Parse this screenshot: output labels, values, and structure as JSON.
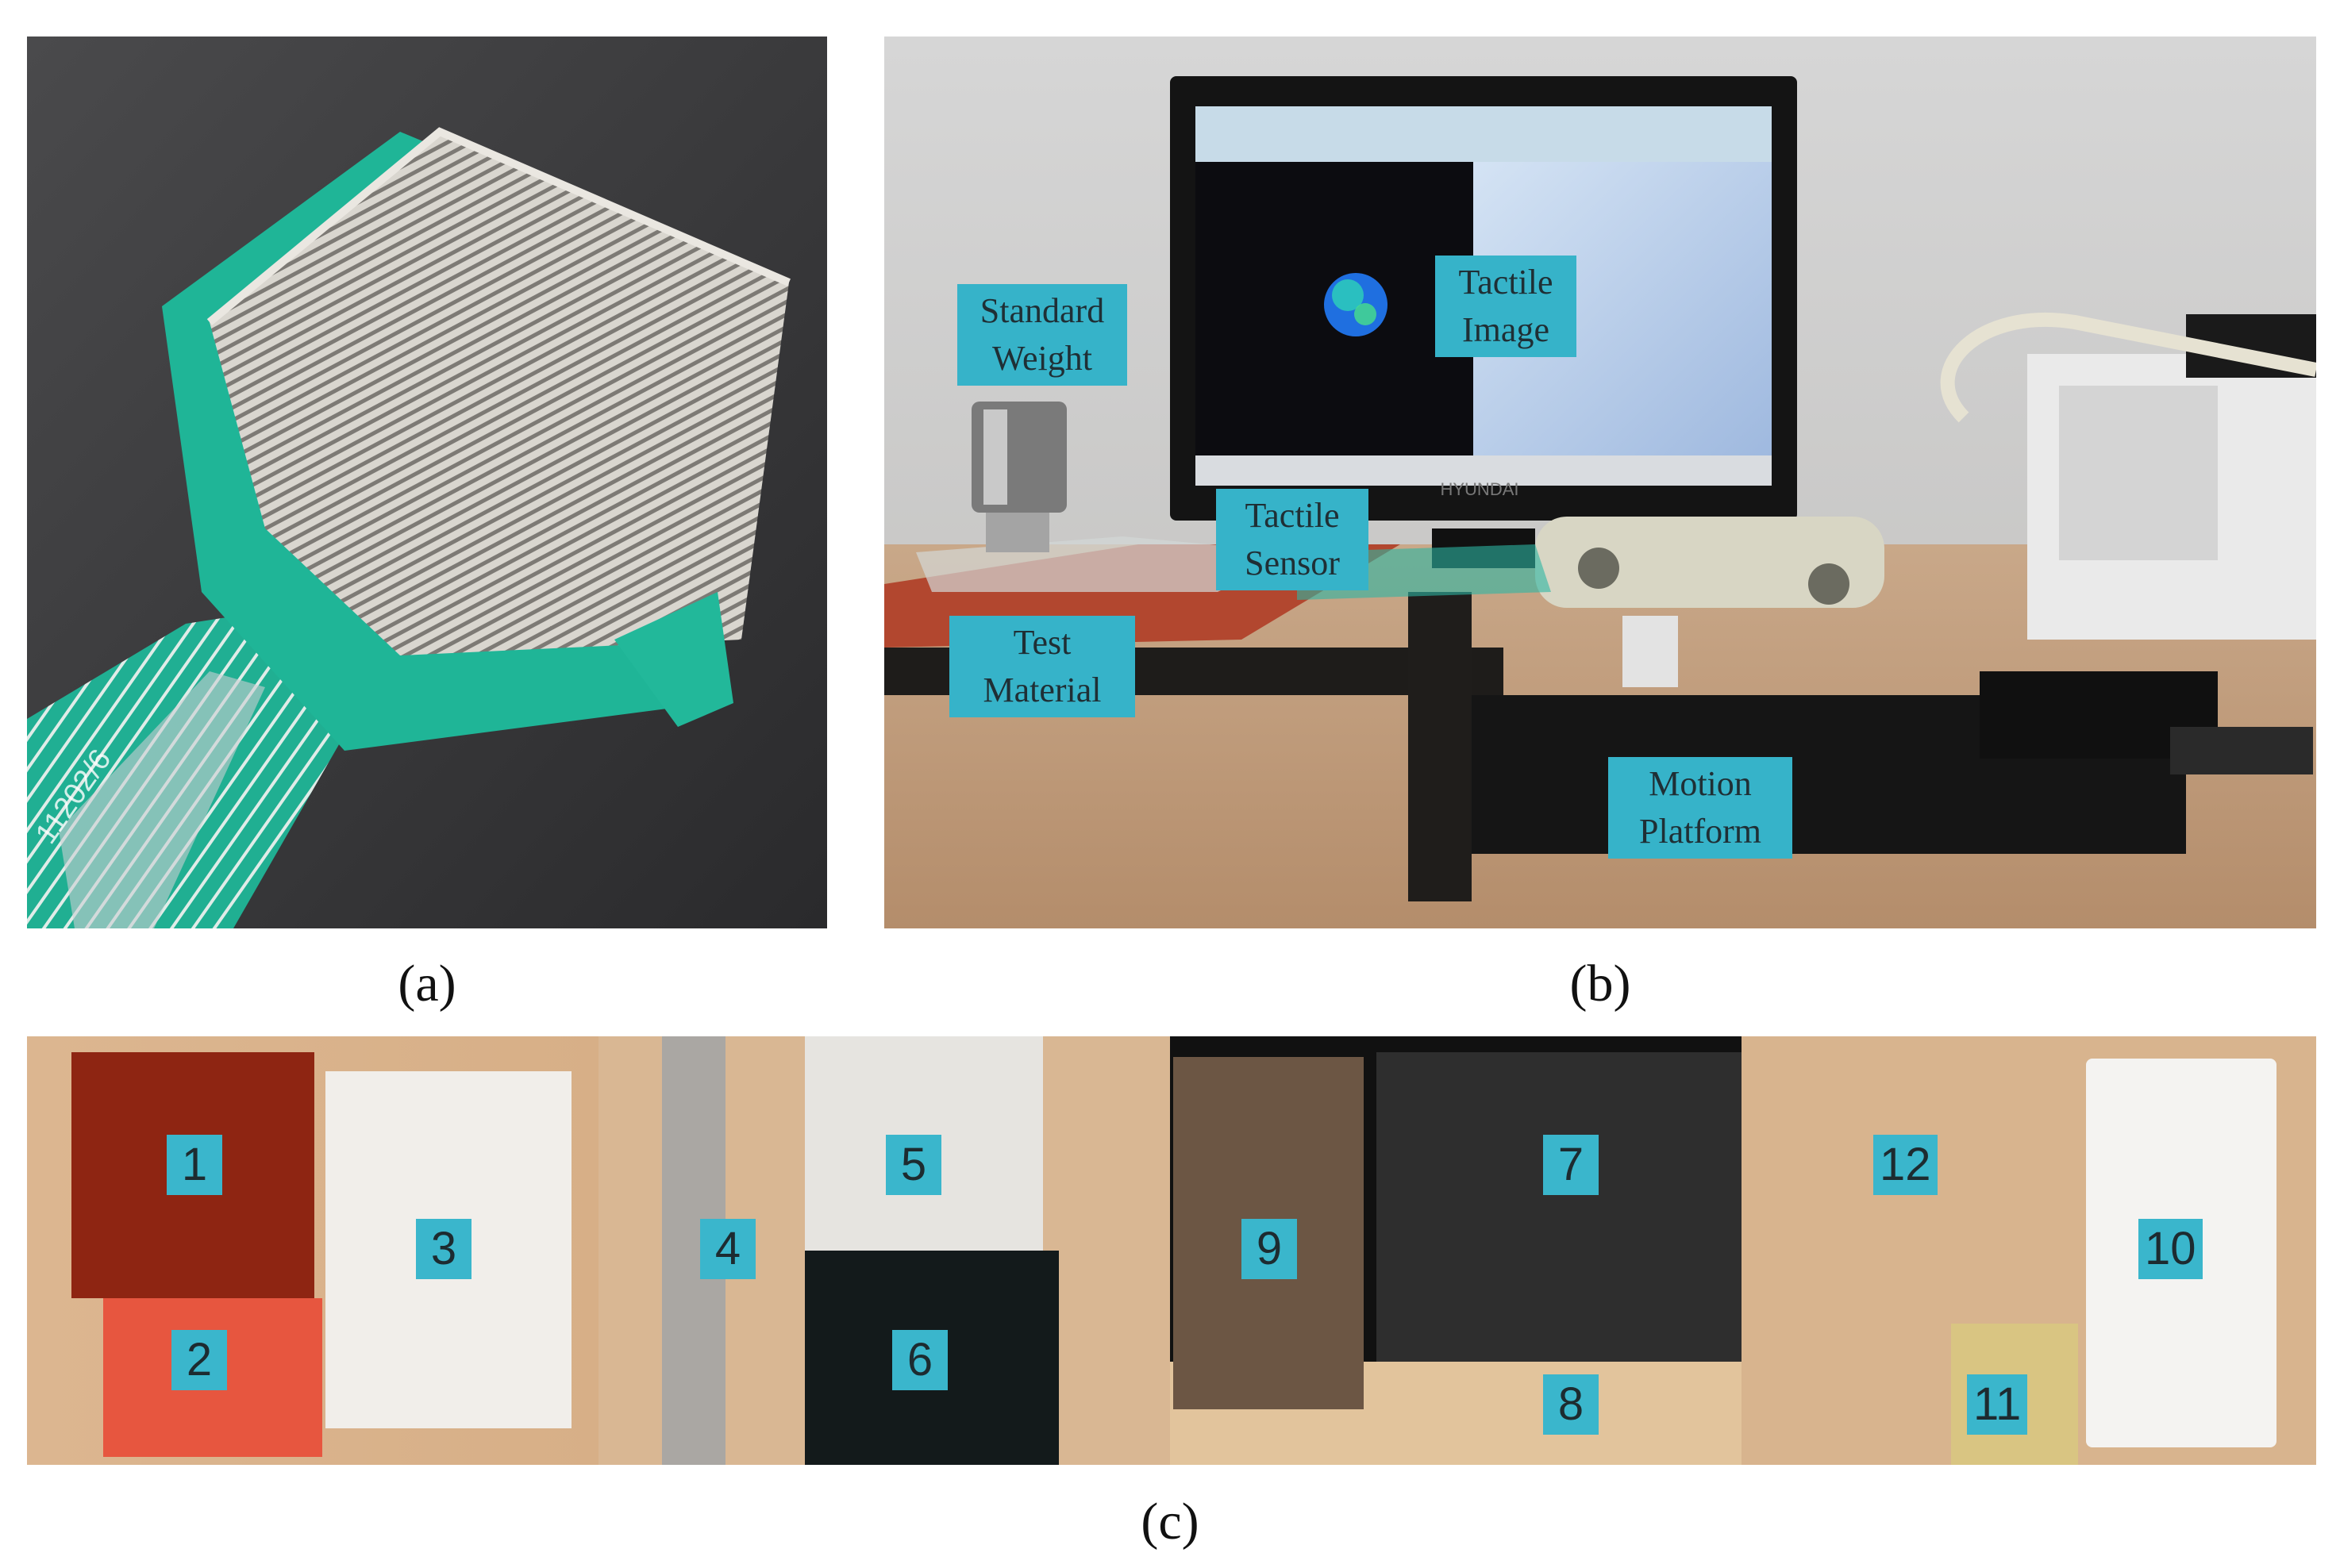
{
  "captions": {
    "a": "(a)",
    "b": "(b)",
    "c": "(c)"
  },
  "panel_b": {
    "labels": {
      "standard_weight": [
        "Standard",
        "Weight"
      ],
      "tactile_image": [
        "Tactile",
        "Image"
      ],
      "tactile_sensor": [
        "Tactile",
        "Sensor"
      ],
      "test_material": [
        "Test",
        "Material"
      ],
      "motion_platform": [
        "Motion",
        "Platform"
      ]
    },
    "monitor_brand": "HYUNDAI"
  },
  "panel_c": {
    "materials": [
      "1",
      "2",
      "3",
      "4",
      "5",
      "6",
      "7",
      "8",
      "9",
      "10",
      "11",
      "12"
    ]
  },
  "colors": {
    "label_bg": "#36b3c9",
    "sensor_green": "#1fb597",
    "foam_red": "#e7563f",
    "rubber_red": "#8e2512"
  }
}
